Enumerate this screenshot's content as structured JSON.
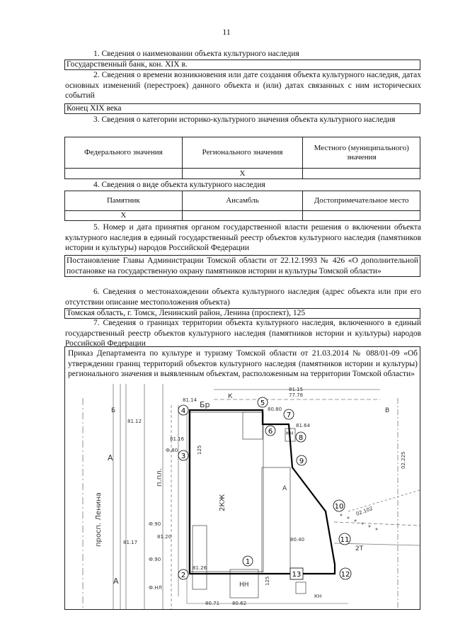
{
  "page_number": "11",
  "s1": {
    "heading": "1. Сведения о наименовании объекта культурного наследия",
    "value": "Государственный банк, кон. XIX в."
  },
  "s2": {
    "heading": "2. Сведения о времени возникновения или дате создания объекта культурного наследия, датах основных изменений (перестроек) данного объекта и (или) датах связанных с ним исторических событий",
    "value": "Конец XIX века"
  },
  "s3": {
    "heading": "3. Сведения о категории историко-культурного значения объекта культурного наследия",
    "columns": [
      "Федерального значения",
      "Регионального значения",
      "Местного (муниципального) значения"
    ],
    "marks": [
      "",
      "X",
      ""
    ]
  },
  "s4": {
    "heading": "4. Сведения о виде объекта культурного наследия",
    "columns": [
      "Памятник",
      "Ансамбль",
      "Достопримечательное место"
    ],
    "marks": [
      "X",
      "",
      ""
    ]
  },
  "s5": {
    "heading": "5. Номер и дата принятия органом государственной власти решения о включении объекта культурного наследия в единый государственный реестр объектов культурного наследия (памятников истории и культуры) народов Российской Федерации",
    "value": "Постановление Главы Администрации Томской области от 22.12.1993 № 426 «О дополнительной постановке на государственную охрану памятников истории и культуры Томской области»"
  },
  "s6": {
    "heading": "6. Сведения о местонахождении объекта культурного наследия (адрес объекта или при его отсутствии описание местоположения объекта)",
    "value": "Томская область, г. Томск, Ленинский район, Ленина (проспект), 125"
  },
  "s7": {
    "heading": "7. Сведения о границах территории объекта культурного наследия, включенного в единый государственный реестр объектов культурного наследия (памятников истории и культуры) народов Российской Федерации",
    "value": "Приказ Департамента по культуре и туризму Томской области от 21.03.2014 № 088/01-09 «Об утверждении границ территорий объектов культурного наследия (памятников истории и культуры) регионального значения и выявленным объектам, расположенным на территории Томской области»"
  },
  "map": {
    "street_label": "просп. Ленина",
    "building_label": "2КЖ",
    "points": [
      "1",
      "2",
      "3",
      "4",
      "5",
      "6",
      "7",
      "8",
      "9",
      "10",
      "11",
      "12",
      "13"
    ],
    "labels": [
      "Бр",
      "К",
      "А",
      "А",
      "А",
      "Б",
      "В",
      "2Т",
      "НН",
      "КН",
      "КН",
      "125",
      "125",
      "п.пл.",
      "81.12",
      "81.14",
      "81.15",
      "80.80",
      "81.64",
      "81.16",
      "81.17",
      "81.26",
      "81.20",
      "80.71",
      "80.62",
      "80.40",
      "77.78",
      "02.102",
      "02.225",
      "Ф.80",
      "Ф.90",
      "Ф.90",
      "Ф.НЛ"
    ]
  }
}
